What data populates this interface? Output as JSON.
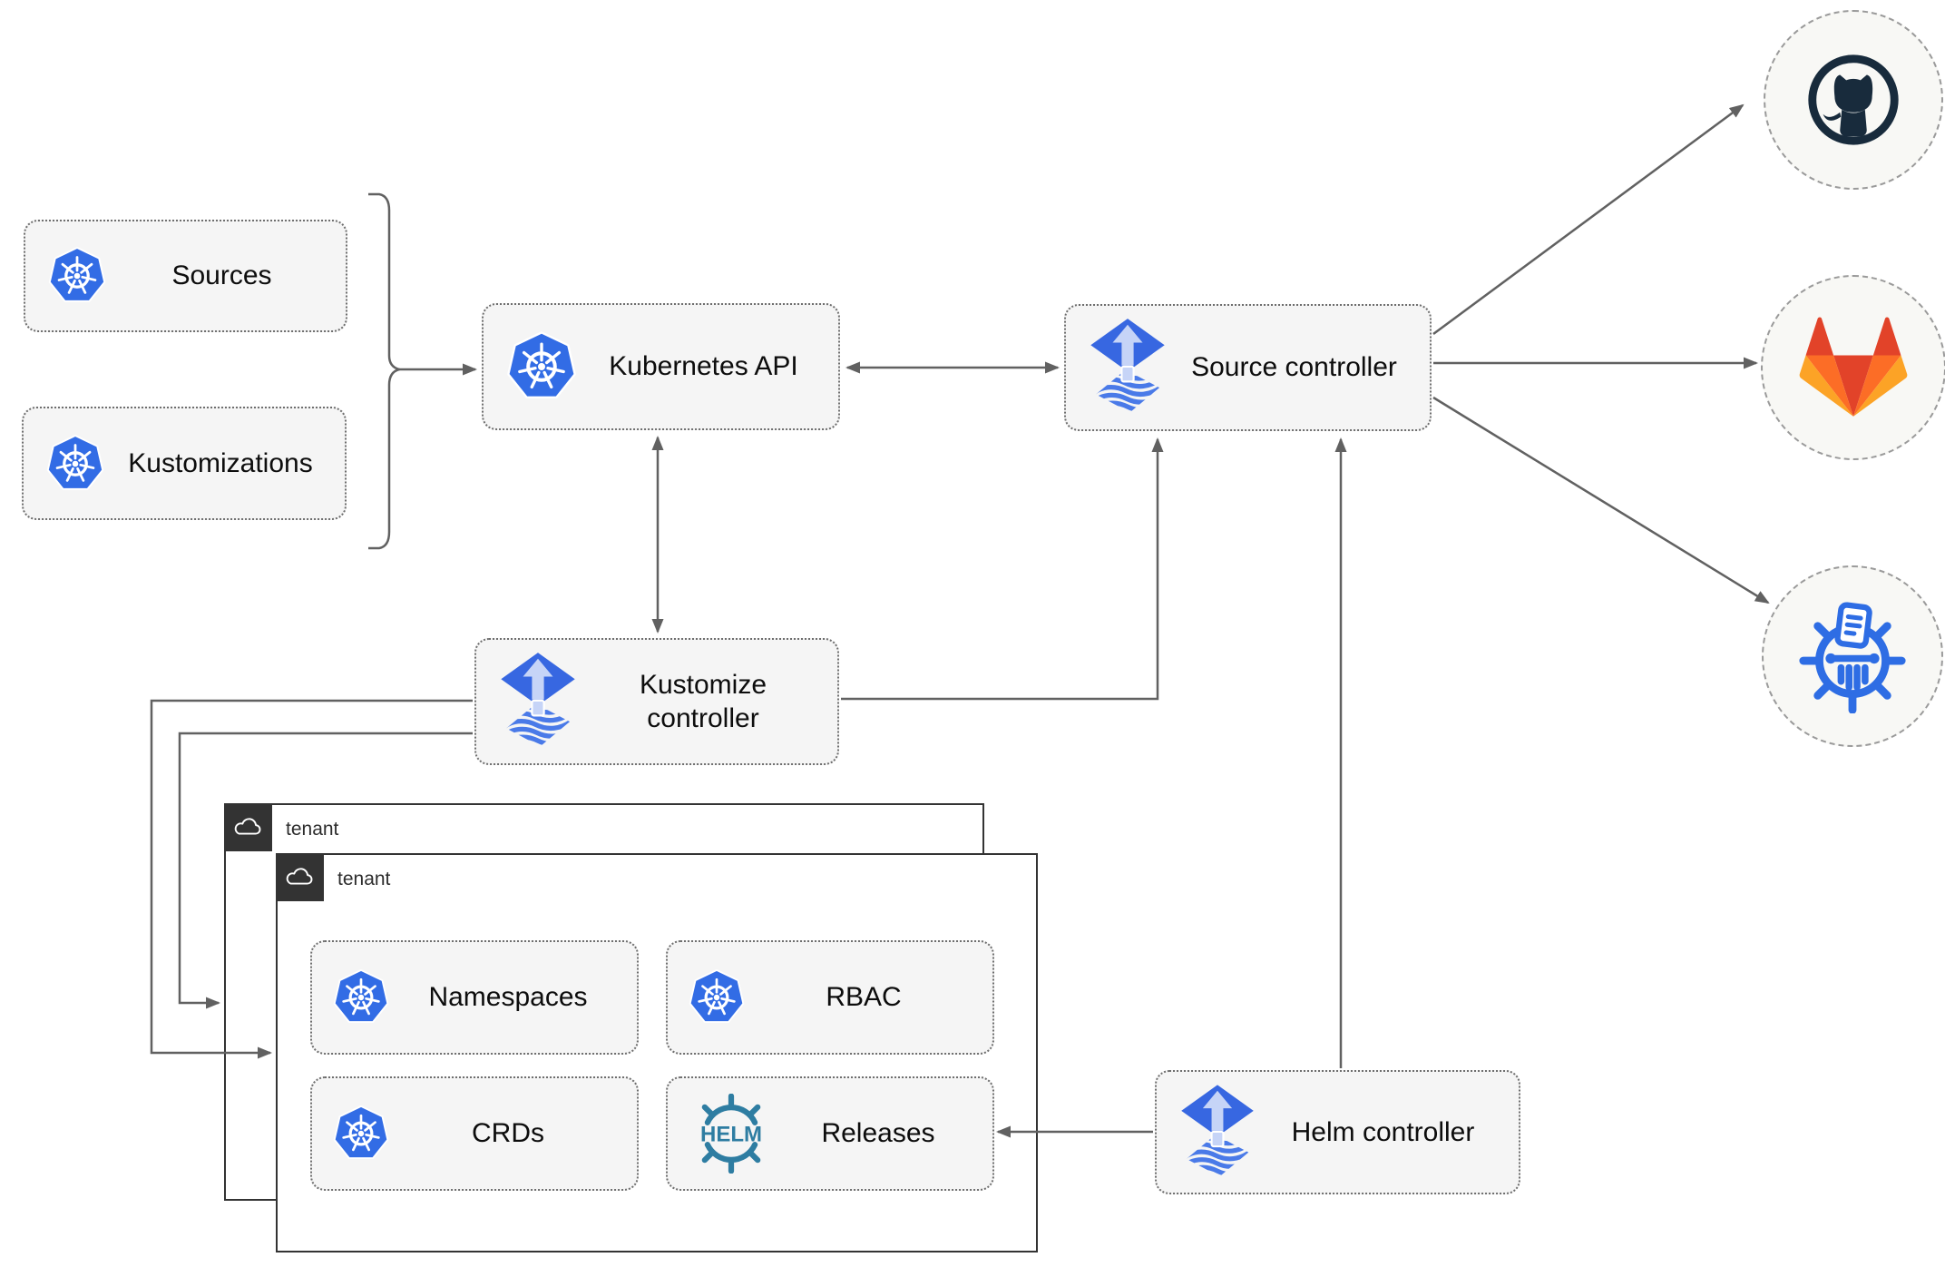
{
  "nodes": {
    "sources": {
      "label": "Sources"
    },
    "kustomizations": {
      "label": "Kustomizations"
    },
    "kubernetes_api": {
      "label": "Kubernetes API"
    },
    "source_controller": {
      "label": "Source controller"
    },
    "kustomize_controller": {
      "label": "Kustomize controller"
    },
    "helm_controller": {
      "label": "Helm controller"
    }
  },
  "tenants": {
    "back": {
      "label": "tenant"
    },
    "front": {
      "label": "tenant"
    },
    "items": {
      "namespaces": {
        "label": "Namespaces"
      },
      "rbac": {
        "label": "RBAC"
      },
      "crds": {
        "label": "CRDs"
      },
      "releases": {
        "label": "Releases"
      }
    }
  },
  "logos": {
    "helm_wordmark": "HELM"
  },
  "remotes": {
    "github": "github-icon",
    "gitlab": "gitlab-icon",
    "helm_repository": "helm-repository-icon"
  },
  "icons": {
    "kubernetes": "kubernetes-icon",
    "flux": "flux-icon",
    "cloud": "cloud-icon"
  },
  "colors": {
    "kubernetes_blue": "#326ce5",
    "flux_blue": "#3767e1",
    "flux_light_blue": "#c6d4f7",
    "flux_wave_blue": "#4a7ae8",
    "helm_teal": "#2e7da2",
    "chart_repo_blue": "#2e6de4",
    "github_dark": "#182b3c",
    "gitlab_red_orange": "#e24329",
    "gitlab_orange": "#fc6d26",
    "gitlab_light_orange": "#fca326",
    "arrow_gray": "#616161",
    "node_fill": "#f5f5f5",
    "node_border": "#6e6e6e",
    "tenant_border": "#333333",
    "circle_fill": "#f8f8f5",
    "circle_border": "#9a9a9a"
  }
}
